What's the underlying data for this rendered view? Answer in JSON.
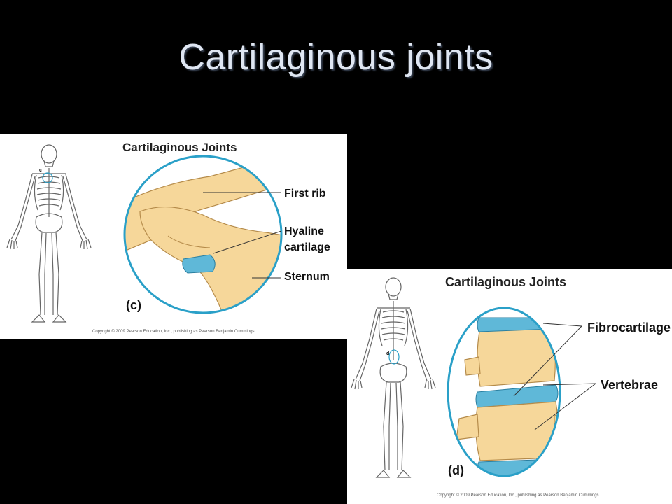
{
  "slide": {
    "title": "Cartilaginous joints"
  },
  "panel_c": {
    "heading": "Cartilaginous Joints",
    "label_first_rib": "First rib",
    "label_hyaline_1": "Hyaline",
    "label_hyaline_2": "cartilage",
    "label_sternum": "Sternum",
    "letter": "(c)",
    "skeleton_marker": "c",
    "copyright": "Copyright © 2009 Pearson Education, Inc., publishing as Pearson Benjamin Cummings."
  },
  "panel_d": {
    "heading": "Cartilaginous Joints",
    "label_fibrocartilage": "Fibrocartilage",
    "label_vertebrae": "Vertebrae",
    "letter": "(d)",
    "skeleton_marker": "d",
    "copyright": "Copyright © 2009 Pearson Education, Inc., publishing as Pearson Benjamin Cummings."
  },
  "colors": {
    "background": "#000000",
    "title": "#dfe6f2",
    "bone": "#f6d79a",
    "cartilage": "#5fb8d8",
    "circle_outline": "#2aa0c8"
  }
}
